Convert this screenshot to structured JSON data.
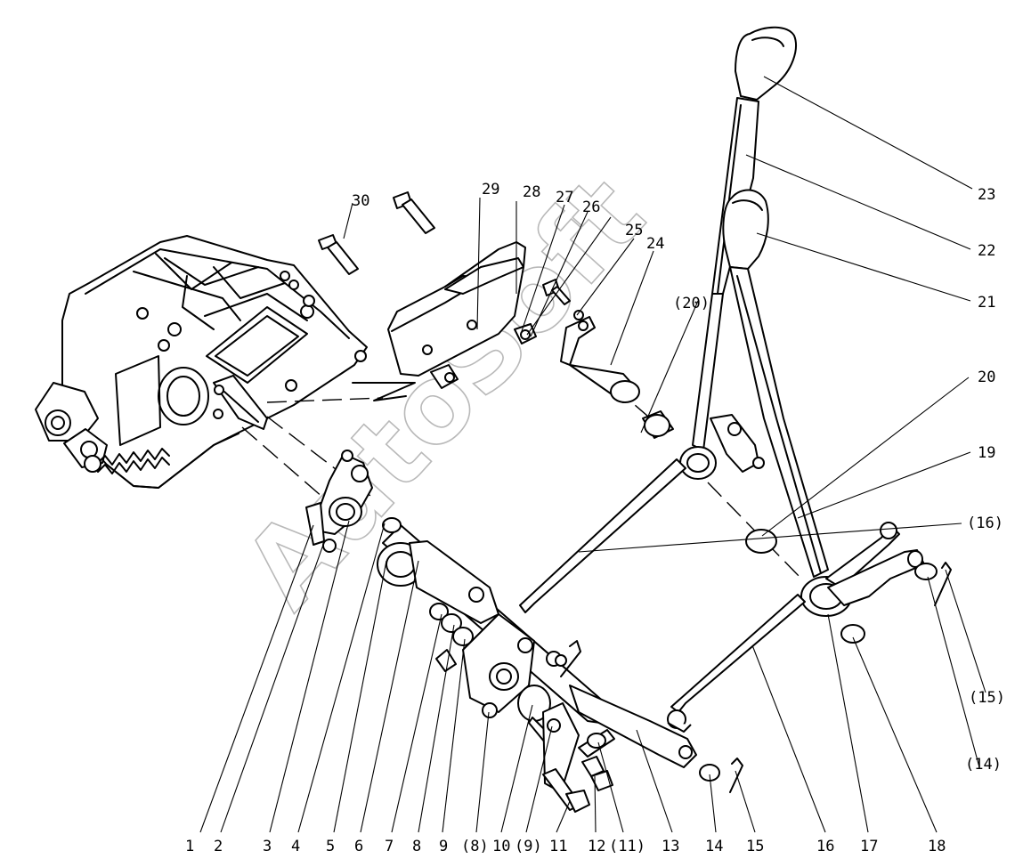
{
  "watermark": "AutoSoft",
  "callouts": [
    {
      "id": "c1",
      "text": "1"
    },
    {
      "id": "c2",
      "text": "2"
    },
    {
      "id": "c3",
      "text": "3"
    },
    {
      "id": "c4",
      "text": "4"
    },
    {
      "id": "c5",
      "text": "5"
    },
    {
      "id": "c6",
      "text": "6"
    },
    {
      "id": "c7",
      "text": "7"
    },
    {
      "id": "c8",
      "text": "8"
    },
    {
      "id": "c9",
      "text": "9"
    },
    {
      "id": "c8b",
      "text": "(8)"
    },
    {
      "id": "c10",
      "text": "10"
    },
    {
      "id": "c9b",
      "text": "(9)"
    },
    {
      "id": "c11",
      "text": "11"
    },
    {
      "id": "c12",
      "text": "12"
    },
    {
      "id": "c11b",
      "text": "(11)"
    },
    {
      "id": "c13",
      "text": "13"
    },
    {
      "id": "c14",
      "text": "14"
    },
    {
      "id": "c15",
      "text": "15"
    },
    {
      "id": "c16",
      "text": "16"
    },
    {
      "id": "c17",
      "text": "17"
    },
    {
      "id": "c18",
      "text": "18"
    },
    {
      "id": "c14b",
      "text": "(14)"
    },
    {
      "id": "c15b",
      "text": "(15)"
    },
    {
      "id": "c16b",
      "text": "(16)"
    },
    {
      "id": "c19",
      "text": "19"
    },
    {
      "id": "c20",
      "text": "20"
    },
    {
      "id": "c20b",
      "text": "(20)"
    },
    {
      "id": "c21",
      "text": "21"
    },
    {
      "id": "c22",
      "text": "22"
    },
    {
      "id": "c23",
      "text": "23"
    },
    {
      "id": "c24",
      "text": "24"
    },
    {
      "id": "c25",
      "text": "25"
    },
    {
      "id": "c26",
      "text": "26"
    },
    {
      "id": "c27",
      "text": "27"
    },
    {
      "id": "c28",
      "text": "28"
    },
    {
      "id": "c29",
      "text": "29"
    },
    {
      "id": "c30",
      "text": "30"
    }
  ]
}
